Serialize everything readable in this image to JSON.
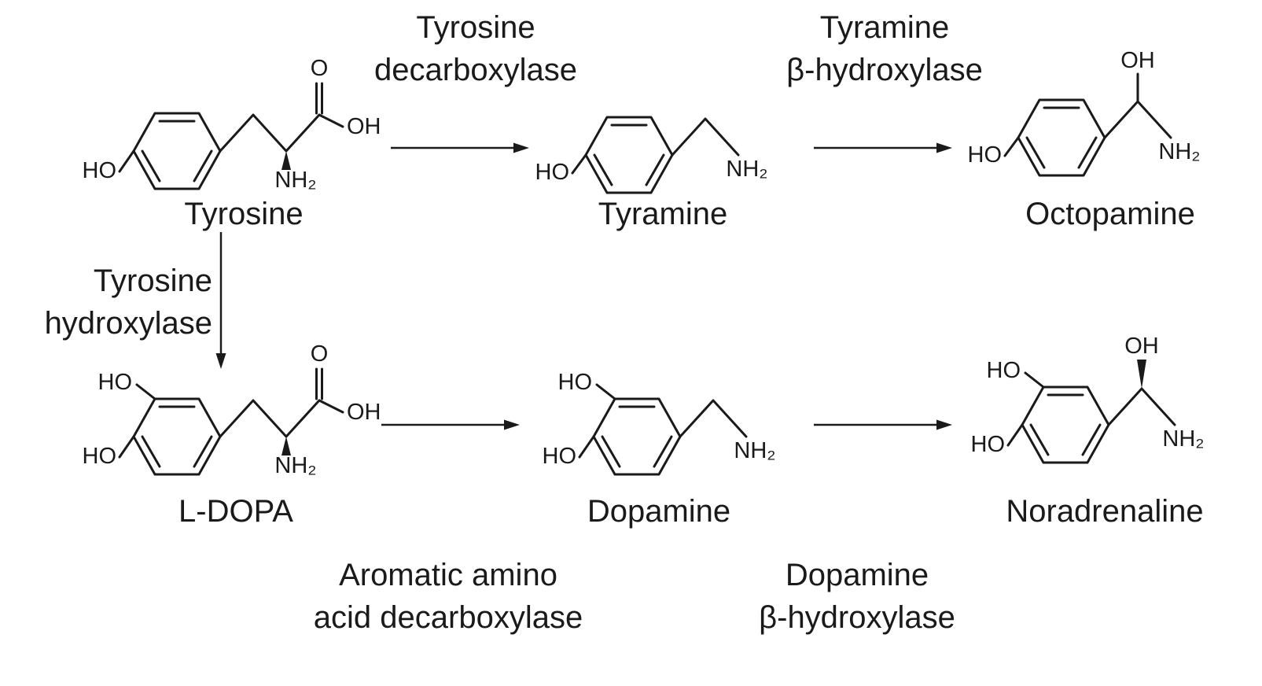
{
  "diagram": {
    "background": "#ffffff",
    "ink": "#1a1a1a"
  },
  "compounds": [
    {
      "id": "tyrosine",
      "label": "Tyrosine"
    },
    {
      "id": "tyramine",
      "label": "Tyramine"
    },
    {
      "id": "octopamine",
      "label": "Octopamine"
    },
    {
      "id": "l-dopa",
      "label": "L-DOPA"
    },
    {
      "id": "dopamine",
      "label": "Dopamine"
    },
    {
      "id": "noradrenaline",
      "label": "Noradrenaline"
    }
  ],
  "enzymes": [
    {
      "id": "tyrosine-decarboxylase",
      "line1": "Tyrosine",
      "line2": "decarboxylase"
    },
    {
      "id": "tyramine-beta-hydroxylase",
      "line1": "Tyramine",
      "line2": "β-hydroxylase"
    },
    {
      "id": "tyrosine-hydroxylase",
      "line1": "Tyrosine",
      "line2": "hydroxylase"
    },
    {
      "id": "aromatic-amino-acid-decarboxylase",
      "line1": "Aromatic amino",
      "line2": "acid decarboxylase"
    },
    {
      "id": "dopamine-beta-hydroxylase",
      "line1": "Dopamine",
      "line2": "β-hydroxylase"
    }
  ],
  "atoms": {
    "ho": "HO",
    "oh": "OH",
    "o": "O",
    "nh2": "NH₂"
  },
  "arrows": [
    {
      "from": "Tyrosine",
      "to": "Tyramine",
      "enzyme": "Tyrosine decarboxylase",
      "direction": "right"
    },
    {
      "from": "Tyramine",
      "to": "Octopamine",
      "enzyme": "Tyramine β-hydroxylase",
      "direction": "right"
    },
    {
      "from": "Tyrosine",
      "to": "L-DOPA",
      "enzyme": "Tyrosine hydroxylase",
      "direction": "down"
    },
    {
      "from": "L-DOPA",
      "to": "Dopamine",
      "enzyme": "Aromatic amino acid decarboxylase",
      "direction": "right"
    },
    {
      "from": "Dopamine",
      "to": "Noradrenaline",
      "enzyme": "Dopamine β-hydroxylase",
      "direction": "right"
    }
  ]
}
